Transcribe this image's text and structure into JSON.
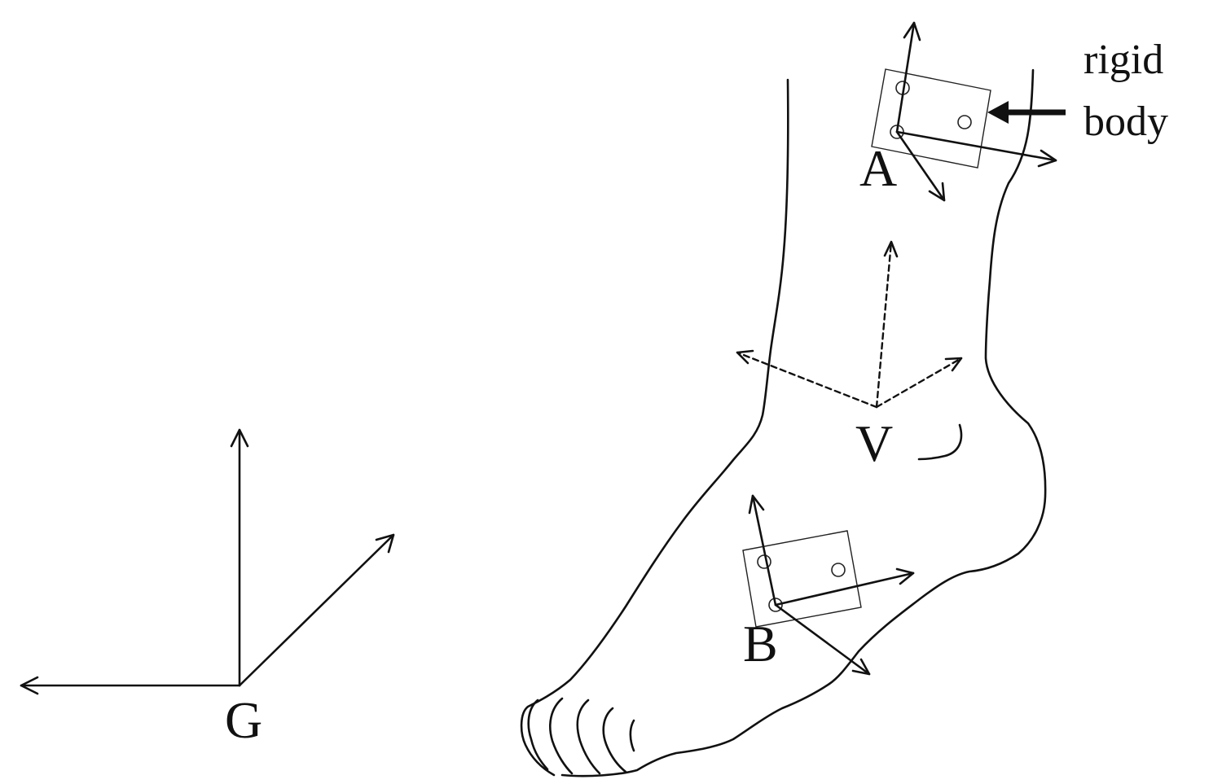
{
  "labels": {
    "global_frame": "G",
    "tibia_frame": "A",
    "foot_frame": "B",
    "virtual_frame": "V",
    "rigid_body_line1": "rigid",
    "rigid_body_line2": "body"
  }
}
